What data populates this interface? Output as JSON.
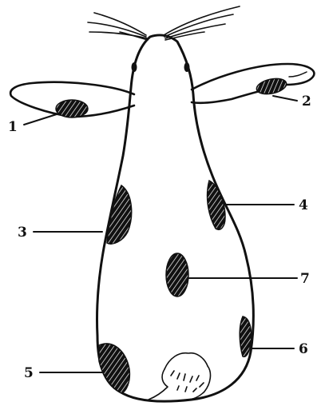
{
  "labels": {
    "l1": "1",
    "l2": "2",
    "l3": "3",
    "l4": "4",
    "l5": "5",
    "l6": "6",
    "l7": "7"
  },
  "colors": {
    "ink": "#111111",
    "background": "#ffffff"
  }
}
